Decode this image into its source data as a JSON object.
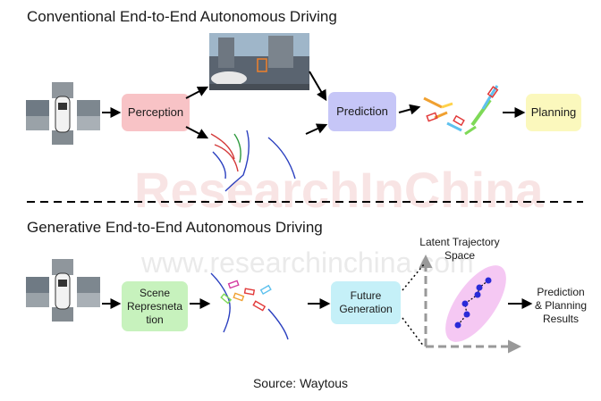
{
  "top": {
    "title": "Conventional End-to-End Autonomous Driving",
    "perception": "Perception",
    "prediction": "Prediction",
    "planning": "Planning"
  },
  "bottom": {
    "title": "Generative End-to-End Autonomous Driving",
    "scene": [
      "Scene",
      "Represneta",
      "tion"
    ],
    "future": [
      "Future",
      "Generation"
    ],
    "latent": [
      "Latent Trajectory",
      "Space"
    ],
    "result": [
      "Prediction",
      "& Planning",
      "Results"
    ]
  },
  "watermark": {
    "brand": "ResearchInChina",
    "url": "www.researchinchina.com"
  },
  "source": "Source: Waytous",
  "colors": {
    "perception": "#f8c3c6",
    "prediction": "#c6c6f7",
    "planning": "#fbf8bd",
    "scene": "#c7f2bd",
    "future": "#c5f0f8",
    "latent_ellipse": "#f5c8f3",
    "node": "#2a2ad8"
  }
}
